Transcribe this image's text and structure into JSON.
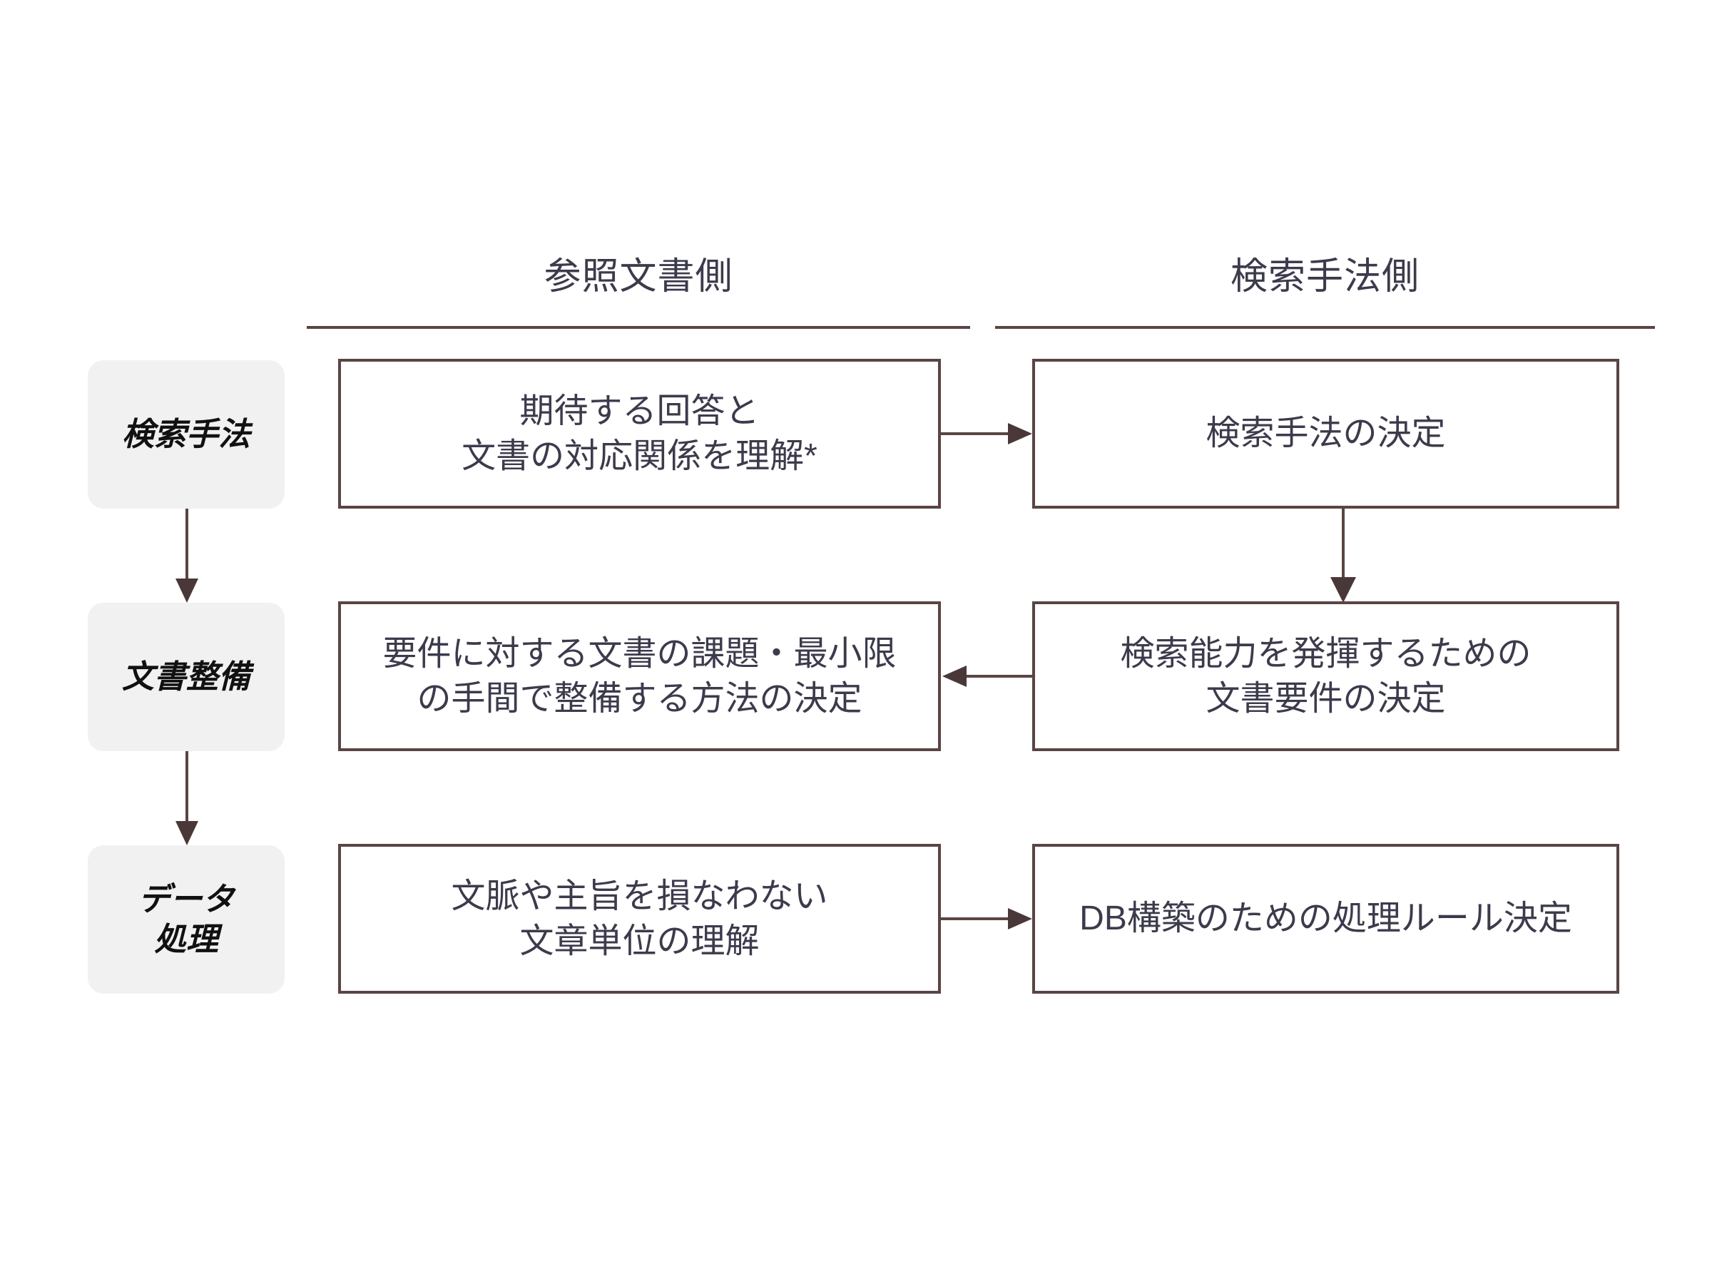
{
  "diagram": {
    "title_columns": [
      {
        "id": "reference-document-side",
        "label": "参照文書側"
      },
      {
        "id": "retrieval-method-side",
        "label": "検索手法側"
      }
    ],
    "stages": [
      {
        "id": "retrieval-method",
        "label": "検索手法"
      },
      {
        "id": "document-preparation",
        "label": "文書整備"
      },
      {
        "id": "data-processing",
        "label": "データ\n処理"
      }
    ],
    "nodes": {
      "left": [
        {
          "id": "understand-answer-document-mapping",
          "text": "期待する回答と\n文書の対応関係を理解*"
        },
        {
          "id": "decide-document-issues-and-minimal-effort-method",
          "text": "要件に対する文書の課題・最小限\nの手間で整備する方法の決定"
        },
        {
          "id": "understand-sentence-units-preserving-context",
          "text": "文脈や主旨を損なわない\n文章単位の理解"
        }
      ],
      "right": [
        {
          "id": "decide-retrieval-method",
          "text": "検索手法の決定"
        },
        {
          "id": "decide-document-requirements",
          "text": "検索能力を発揮するための\n文書要件の決定"
        },
        {
          "id": "decide-db-processing-rules",
          "text": "DB構築のための処理ルール決定"
        }
      ]
    },
    "connectors": [
      {
        "id": "left1-to-right1",
        "direction": "right"
      },
      {
        "id": "right1-to-right2",
        "direction": "down"
      },
      {
        "id": "right2-to-left2",
        "direction": "left"
      },
      {
        "id": "left3-to-right3",
        "direction": "right"
      },
      {
        "id": "stage1-to-stage2",
        "direction": "down"
      },
      {
        "id": "stage2-to-stage3",
        "direction": "down"
      }
    ],
    "colors": {
      "line": "#5a4444",
      "text": "#3c3b4c",
      "stage_fill": "#f1f1f1",
      "stage_text": "#111111",
      "background": "#ffffff"
    }
  }
}
